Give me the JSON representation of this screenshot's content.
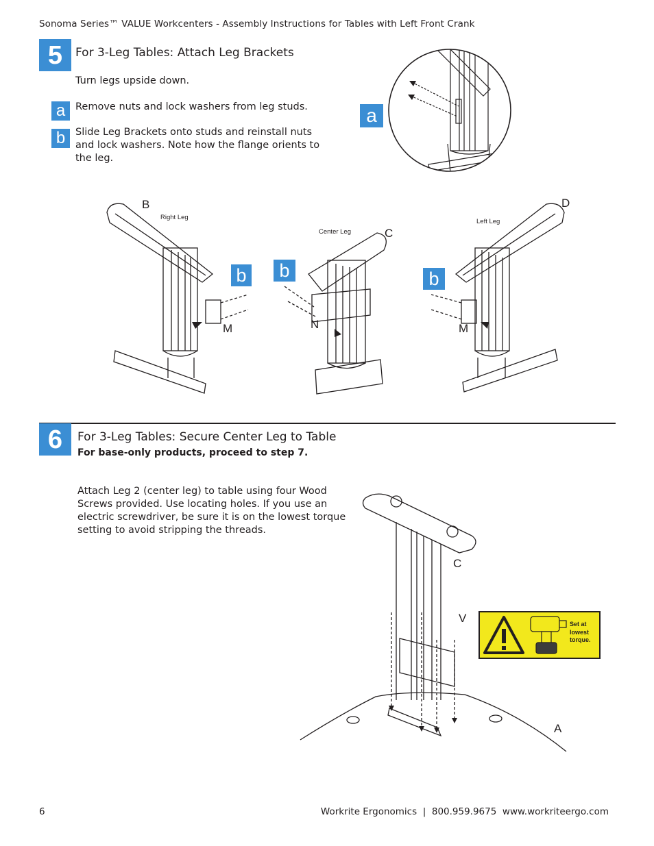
{
  "header": {
    "title": "Sonoma Series™ VALUE Workcenters - Assembly Instructions for Tables with Left Front Crank"
  },
  "step5": {
    "number": "5",
    "title": "For 3-Leg Tables: Attach Leg Brackets",
    "intro": "Turn legs upside down.",
    "sub_a": {
      "badge": "a",
      "text": "Remove nuts and lock washers from leg studs."
    },
    "sub_b": {
      "badge": "b",
      "lines": [
        "Slide Leg Brackets onto studs and reinstall nuts",
        "and lock washers. Note how the flange orients to",
        "the leg."
      ]
    },
    "detail_badge": "a",
    "figures": {
      "right_leg": {
        "letter": "B",
        "caption": "Right Leg",
        "badge": "b",
        "part": "M"
      },
      "center_leg": {
        "letter": "C",
        "caption": "Center Leg",
        "badge": "b",
        "part": "N"
      },
      "left_leg": {
        "letter": "D",
        "caption": "Left Leg",
        "badge": "b",
        "part": "M"
      }
    }
  },
  "step6": {
    "number": "6",
    "title": "For 3-Leg Tables: Secure Center Leg to Table",
    "subtitle": "For base-only products, proceed to step 7.",
    "lines": [
      "Attach Leg 2 (center leg) to table using four Wood",
      "Screws provided. Use locating holes.  If you use an",
      "electric screwdriver, be sure it is on the lowest torque",
      "setting to avoid stripping the threads."
    ],
    "labels": {
      "leg": "C",
      "screws": "V",
      "table": "A"
    },
    "warning": {
      "lines": [
        "Set at",
        "lowest",
        "torque."
      ]
    }
  },
  "footer": {
    "page": "6",
    "contact": "Workrite Ergonomics  |  800.959.9675  www.workriteergo.com"
  },
  "colors": {
    "badge": "#3b8ed4",
    "warning": "#f2e81c",
    "ink": "#231f20"
  }
}
